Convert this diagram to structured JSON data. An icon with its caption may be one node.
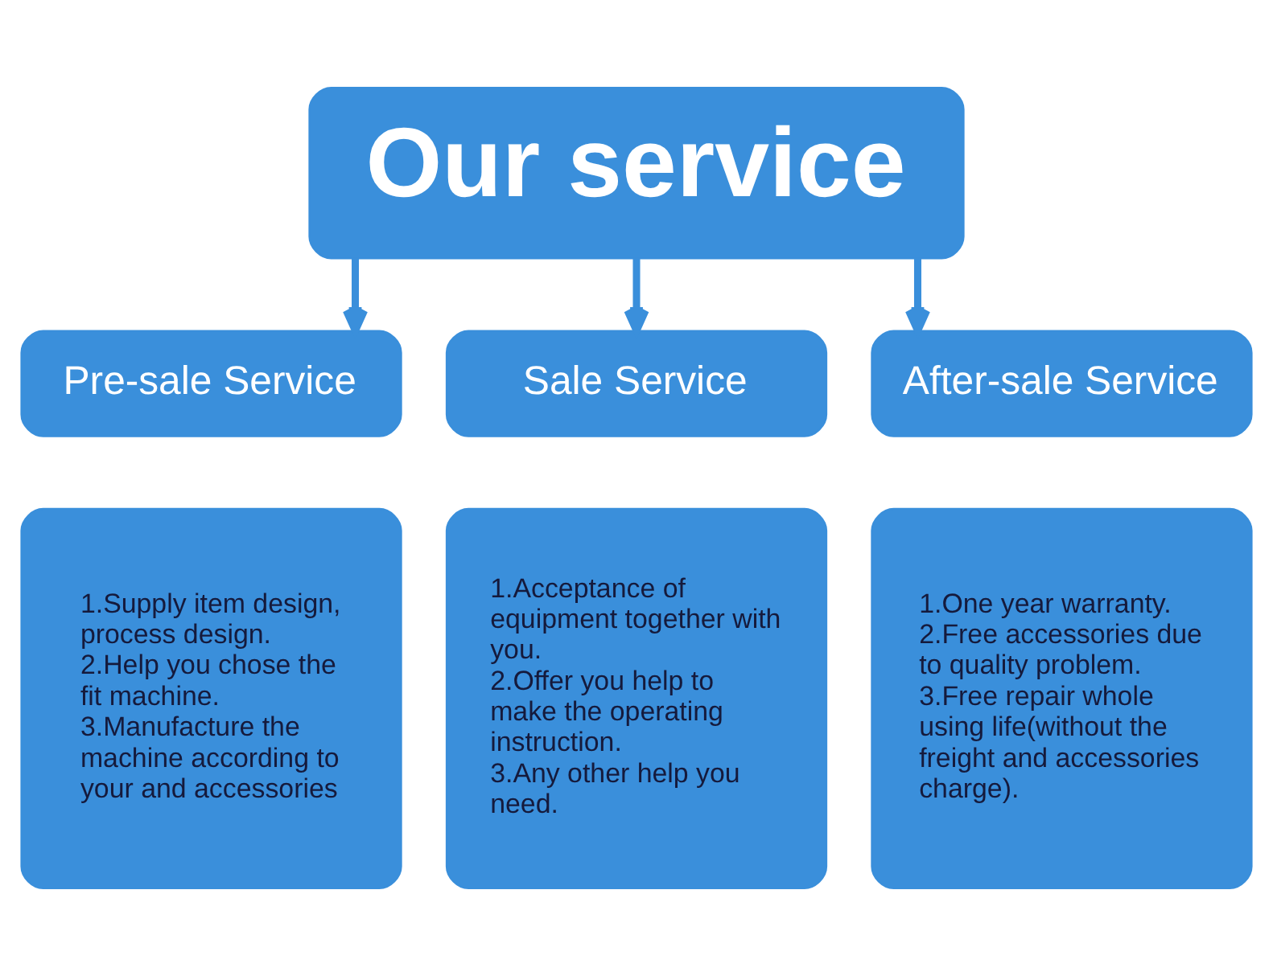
{
  "diagram": {
    "nodes": [
      {
        "text": [
          "Our service"
        ]
      },
      {
        "text": [
          "Pre-sale Service"
        ]
      },
      {
        "text": [
          "Sale Service"
        ]
      },
      {
        "text": [
          "After-sale Service"
        ]
      },
      {
        "text": [
          "1.Supply item design, process design.",
          "2.Help you chose the fit machine.",
          "3.Manufacture the machine according to your and accessories"
        ]
      },
      {
        "text": [
          "1.Acceptance of equipment together with you.",
          "2.Offer you help to make the operating instruction.",
          "3.Any other help you need."
        ]
      },
      {
        "text": [
          "1.One year warranty.",
          "2.Free accessories due to quality problem.",
          "3.Free repair whole using life(without the freight and accessories charge)."
        ]
      }
    ],
    "edges": [
      {
        "from": 0,
        "to": 1,
        "arrow": "to"
      },
      {
        "from": 0,
        "to": 2,
        "arrow": "to"
      },
      {
        "from": 0,
        "to": 3,
        "arrow": "to"
      }
    ]
  }
}
